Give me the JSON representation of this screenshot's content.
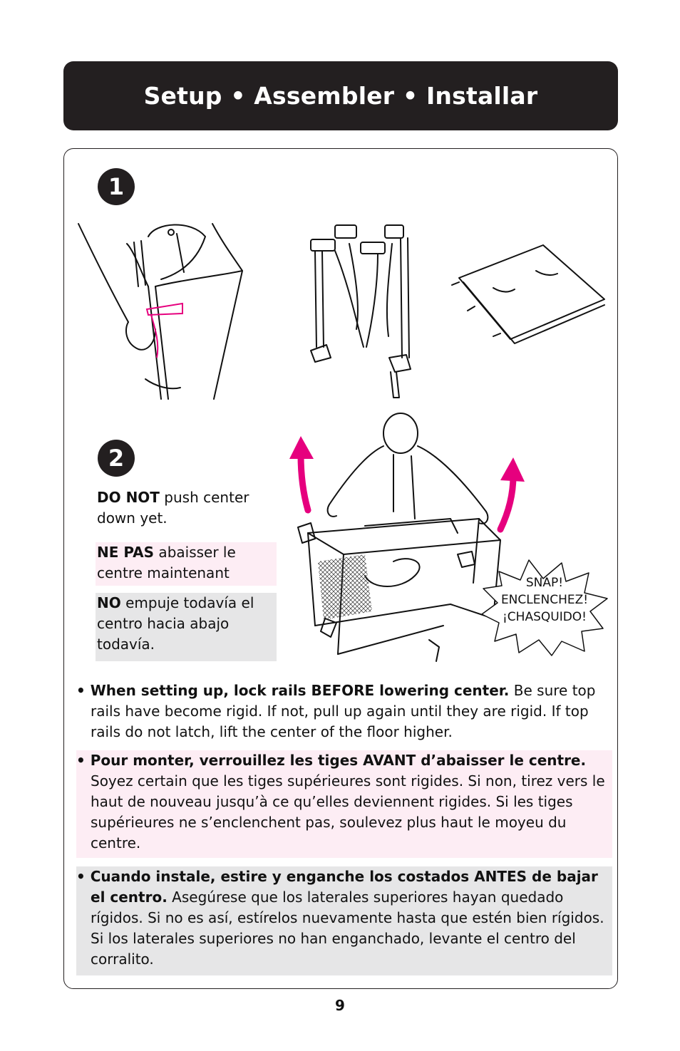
{
  "header": {
    "title": "Setup • Assembler • Installar"
  },
  "steps": {
    "one": "1",
    "two": "2"
  },
  "step2_notes": {
    "en": {
      "strong": "DO NOT",
      "rest": " push center down yet."
    },
    "fr": {
      "strong": "NE PAS",
      "rest": " abaisser le centre maintenant"
    },
    "es": {
      "strong": "NO",
      "rest": " empuje todavía el centro hacia abajo todavía."
    }
  },
  "snap_callout": {
    "line1": "SNAP!",
    "line2": "ENCLENCHEZ!",
    "line3": "¡CHASQUIDO!"
  },
  "instructions": {
    "en": {
      "lead": "• When setting up, lock rails BEFORE lowering center.",
      "rest": " Be sure top rails have become rigid. If not, pull up again until they are rigid. If top rails do not latch, lift the center of the floor higher."
    },
    "fr": {
      "lead": "• Pour monter, verrouillez les tiges AVANT d’abaisser le centre.",
      "rest": " Soyez certain que les tiges supérieures sont rigides. Si non, tirez vers le haut de nouveau jusqu’à ce qu’elles deviennent rigides. Si les tiges supérieures ne s’enclenchent pas, soulevez plus haut le moyeu du centre."
    },
    "es": {
      "lead": "• Cuando instale, estire y enganche los costados ANTES de bajar el centro.",
      "rest": " Asegúrese que los laterales superiores hayan quedado rígidos. Si no es así, estírelos nuevamente hasta que estén bien rígidos. Si los laterales superiores no han enganchado, levante el centro del corralito."
    }
  },
  "page_number": "9",
  "colors": {
    "accent_magenta": "#e6007e",
    "header_bg": "#231f20",
    "pink_bg": "#fdedf4",
    "gray_bg": "#e6e6e7"
  }
}
